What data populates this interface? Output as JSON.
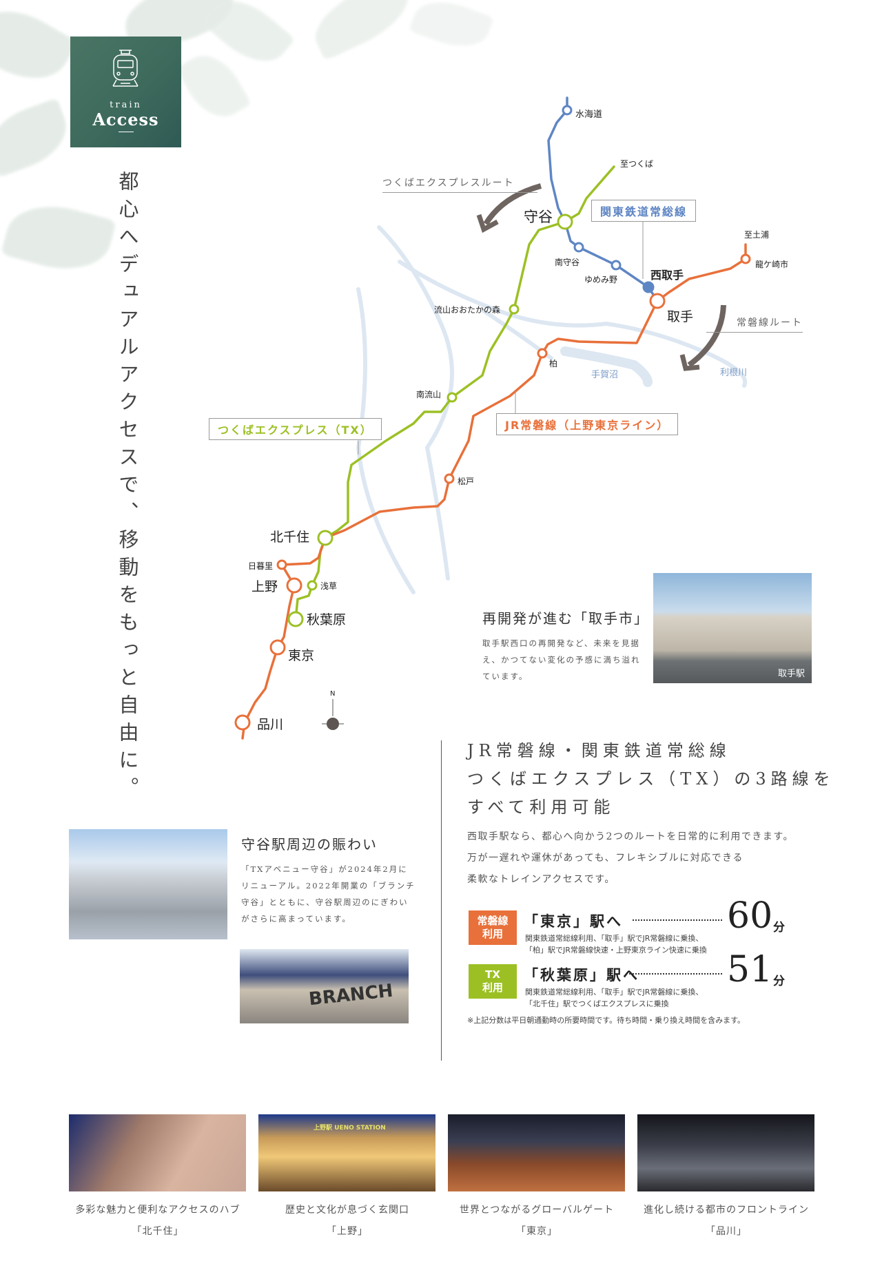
{
  "logo": {
    "small": "train",
    "big": "Access"
  },
  "tagline": "都心へデュアルアクセスで、移動をもっと自由に。",
  "map": {
    "colors": {
      "joso": "#5f86c4",
      "tx": "#9cc024",
      "jr": "#e8703a",
      "river": "#dbe6f2"
    },
    "stations": {
      "mitsukaido": "水海道",
      "to_tsukuba": "至つくば",
      "moriya": "守谷",
      "minami_moriya": "南守谷",
      "yumemino": "ゆめみ野",
      "nishi_toride": "西取手",
      "toride": "取手",
      "to_tsuchiura": "至土浦",
      "ryugasaki": "龍ケ崎市",
      "nagareyama_otakanomori": "流山おおたかの森",
      "minami_nagareyama": "南流山",
      "kashiwa": "柏",
      "matsudo": "松戸",
      "kita_senju": "北千住",
      "nippori": "日暮里",
      "ueno": "上野",
      "asakusa": "浅草",
      "akihabara": "秋葉原",
      "tokyo": "東京",
      "shinagawa": "品川"
    },
    "places": {
      "teganuma": "手賀沼",
      "tonegawa": "利根川"
    },
    "lines": {
      "joso": "関東鉄道常総線",
      "tx": "つくばエクスプレス（TX）",
      "jr": "JR常磐線（上野東京ライン）"
    },
    "routes": {
      "tx": "つくばエクスプレスルート",
      "joban": "常磐線ルート"
    },
    "compass": "N"
  },
  "toride_city": {
    "title": "再開発が進む「取手市」",
    "body": "取手駅西口の再開発など、未来を見据え、かつてない変化の予感に満ち溢れています。",
    "photo_caption": "取手駅"
  },
  "moriya": {
    "title": "守谷駅周辺の賑わい",
    "body": "「TXアベニュー守谷」が2024年2月にリニューアル。2022年開業の「ブランチ守谷」とともに、守谷駅周辺のにぎわいがさらに高まっています。",
    "branch_sign": "BRANCH"
  },
  "main": {
    "heading": [
      "JR常磐線・関東鉄道常総線",
      "つくばエクスプレス（TX）の3路線を",
      "すべて利用可能"
    ],
    "body": [
      "西取手駅なら、都心へ向かう2つのルートを日常的に利用できます。",
      "万が一遅れや運休があっても、フレキシブルに対応できる",
      "柔軟なトレインアクセスです。"
    ],
    "routes": [
      {
        "badge": "常磐線\n利用",
        "badge_color": "#e8703a",
        "dest": "「東京」駅へ",
        "minutes": "60",
        "unit": "分",
        "note": [
          "関東鉄道常総線利用、「取手」駅でJR常磐線に乗換、",
          "「柏」駅でJR常磐線快速・上野東京ライン快速に乗換"
        ]
      },
      {
        "badge": "TX\n利用",
        "badge_color": "#9cc024",
        "dest": "「秋葉原」駅へ",
        "minutes": "51",
        "unit": "分",
        "note": [
          "関東鉄道常総線利用、「取手」駅でJR常磐線に乗換、",
          "「北千住」駅でつくばエクスプレスに乗換"
        ]
      }
    ],
    "footnote": "※上記分数は平日朝通勤時の所要時間です。待ち時間・乗り換え時間を含みます。"
  },
  "gallery": [
    {
      "caption": "多彩な魅力と便利なアクセスのハブ",
      "name": "「北千住」"
    },
    {
      "caption": "歴史と文化が息づく玄関口",
      "name": "「上野」",
      "sign": "上野駅 UENO STATION"
    },
    {
      "caption": "世界とつながるグローバルゲート",
      "name": "「東京」"
    },
    {
      "caption": "進化し続ける都市のフロントライン",
      "name": "「品川」"
    }
  ]
}
